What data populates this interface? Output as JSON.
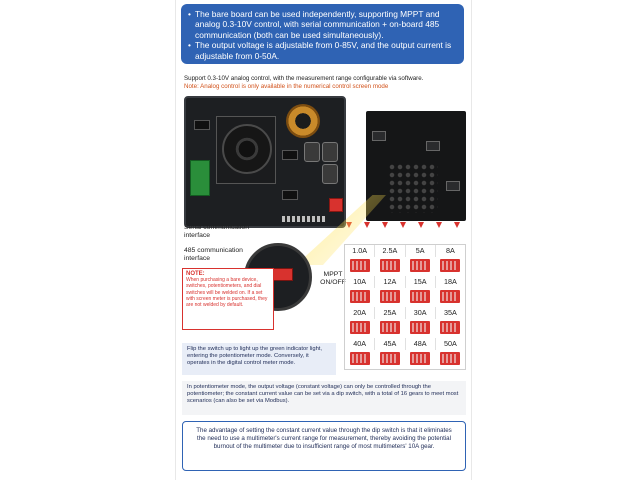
{
  "banner": {
    "bullets": [
      "The bare board can be used independently, supporting MPPT and analog 0.3-10V control, with serial communication + on-board 485 communication (both can be used simultaneously).",
      "The output voltage is adjustable from 0-85V, and the output current is adjustable from 0-50A."
    ],
    "bullet_glyph": "•",
    "color": "#2f63b4"
  },
  "analog_support": {
    "line1": "Support 0.3-10V analog control, with the measurement range configurable via software.",
    "line2": "Note: Analog control is only available in the numerical control screen mode"
  },
  "labels": {
    "serial": "Serial communication interface",
    "rs485": "485 communication interface",
    "mppt": "MPPT ON/OFF"
  },
  "note": {
    "title": "NOTE:",
    "text": "When purchasing a bare device, switches, potentiometers, and dial switches will be welded on. If a set with screen meter is purchased, they are not welded by default."
  },
  "dip_rows": [
    [
      "1.0A",
      "2.5A",
      "5A",
      "8A"
    ],
    [
      "10A",
      "12A",
      "15A",
      "18A"
    ],
    [
      "20A",
      "25A",
      "30A",
      "35A"
    ],
    [
      "40A",
      "45A",
      "48A",
      "50A"
    ]
  ],
  "flip_text": "Flip the switch up to light up the green indicator light, entering the potentiometer mode. Conversely, it operates in the digital control meter mode.",
  "pot_text": "In potentiometer mode, the output voltage (constant voltage) can only be controlled through the potentiometer; the constant current value can be set via a dip switch, with a total of 16 gears to meet most scenarios (can also be set via Modbus).",
  "advantage_text": "The advantage of setting the constant current value through the dip switch is that it eliminates the need to use a multimeter's current range for measurement, thereby avoiding the potential burnout of the multimeter due to insufficient range of most multimeters' 10A gear.",
  "colors": {
    "accent_red": "#d8322e",
    "note_orange": "#d2521b",
    "text_navy": "#1d2a55"
  }
}
